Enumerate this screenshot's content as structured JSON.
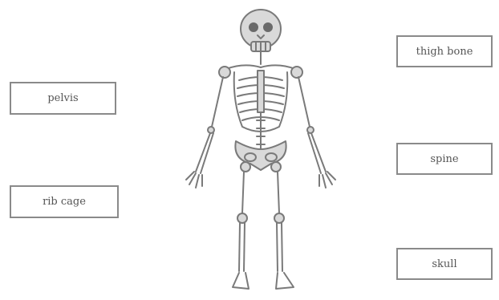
{
  "labels": {
    "pelvis": "pelvis",
    "rib_cage": "rib cage",
    "thigh_bone": "thigh bone",
    "spine": "spine",
    "skull": "skull"
  },
  "colors": {
    "border": "#8a8a8a",
    "text": "#555555",
    "bone": "#7a7a7a"
  }
}
